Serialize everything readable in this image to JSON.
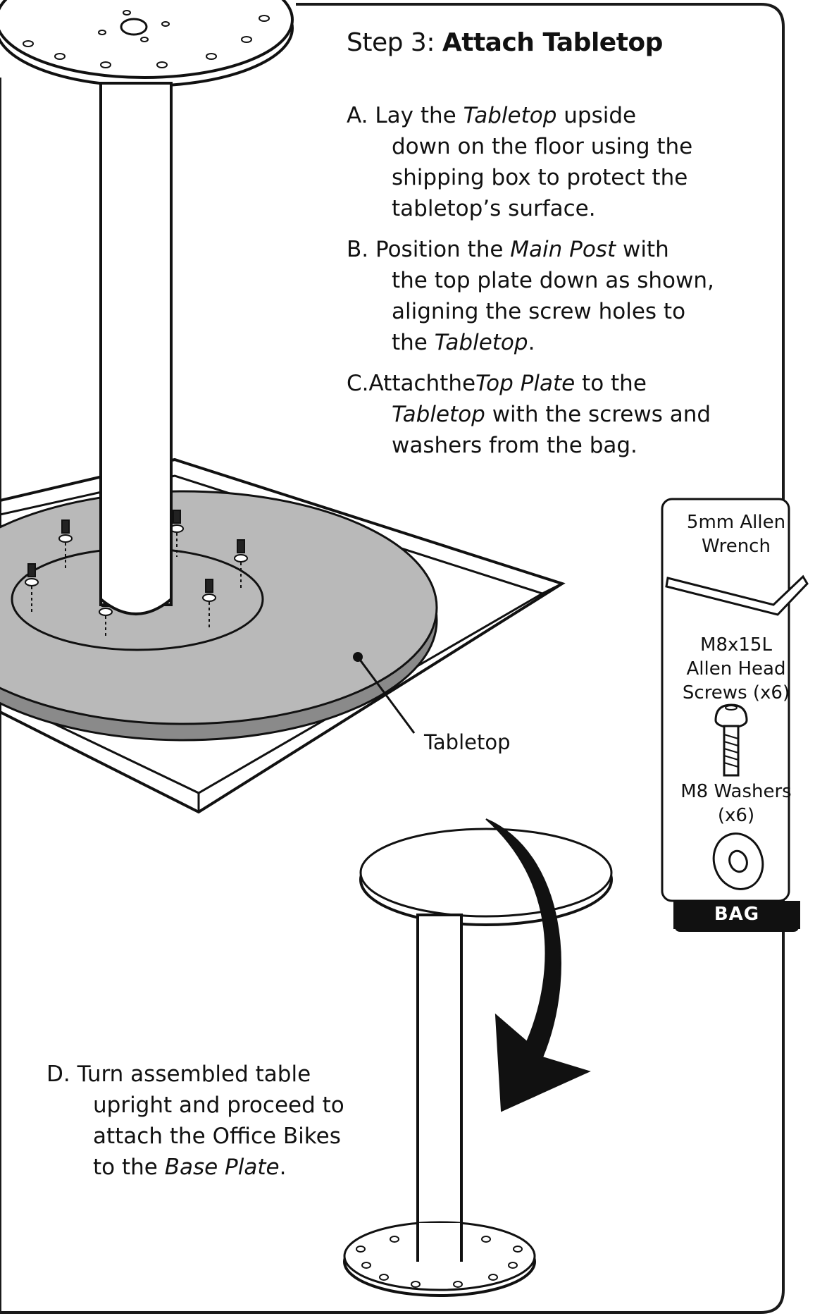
{
  "step": {
    "lead": "Step 3: ",
    "title": "Attach Tabletop"
  },
  "steps": {
    "a": {
      "marker": "A.",
      "pre": "Lay the ",
      "em": "Tabletop",
      "post": " upside",
      "line2": "down on the floor using the",
      "line3": "shipping box to protect the",
      "line4": "tabletop’s surface."
    },
    "b": {
      "marker": "B.",
      "pre": "Position the ",
      "em": "Main Post",
      "post": " with",
      "line2": "the top plate down as shown,",
      "line3": "aligning the screw holes to",
      "line4_pre": "the ",
      "line4_em": "Tabletop",
      "line4_post": "."
    },
    "c": {
      "marker": "C.",
      "pre": "Attachthe",
      "em": "Top Plate",
      "post": " to the",
      "line2_em": "Tabletop",
      "line2_post": " with the screws and",
      "line3": "washers from the bag."
    },
    "d": {
      "marker": "D.",
      "pre": "Turn assembled table",
      "line2": "upright and proceed to",
      "line3": "attach the Office Bikes",
      "line4_pre": "to the ",
      "line4_em": "Base Plate",
      "line4_post": "."
    }
  },
  "callout": {
    "tabletop": "Tabletop"
  },
  "bag": {
    "wrench_line1": "5mm Allen",
    "wrench_line2": "Wrench",
    "screws_line1": "M8x15L",
    "screws_line2": "Allen Head",
    "screws_line3": "Screws (x6)",
    "washers_line1": "M8 Washers",
    "washers_line2": "(x6)",
    "label": "BAG"
  }
}
